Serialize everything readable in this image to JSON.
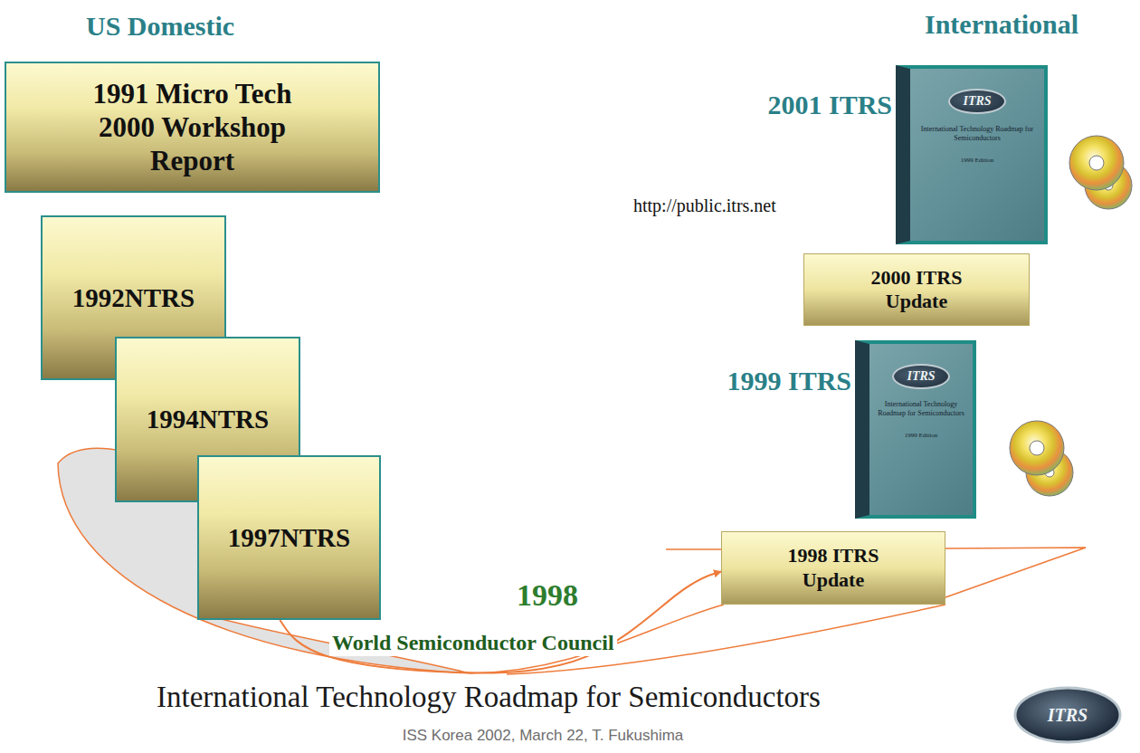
{
  "diagram": {
    "title": "International Technology Roadmap for Semiconductors",
    "caption": "ISS Korea 2002, March 22, T. Fukushima",
    "nodes": [
      {
        "text": [
          "1991 Micro Tech 2000 Workshop Report"
        ]
      },
      {
        "text": [
          "1992NTRS"
        ]
      },
      {
        "text": [
          "1994NTRS"
        ]
      },
      {
        "text": [
          "1997NTRS"
        ]
      },
      {
        "text": [
          "1998 ITRS Update"
        ]
      },
      {
        "text": [
          "1999 ITRS",
          "ITRS",
          "International Technology Roadmap for Semiconductors",
          "1999 Edition"
        ]
      },
      {
        "text": [
          "2000 ITRS Update"
        ]
      },
      {
        "text": [
          "2001 ITRS",
          "ITRS",
          "International Technology Roadmap for Semiconductors",
          "1999 Edition"
        ]
      }
    ],
    "edges": [
      {
        "from": 3,
        "to": 4,
        "arrow": "to"
      }
    ],
    "labels": [
      "US Domestic",
      "International",
      "http://public.itrs.net",
      "1998",
      "World Semiconductor Council",
      "ITRS"
    ]
  }
}
